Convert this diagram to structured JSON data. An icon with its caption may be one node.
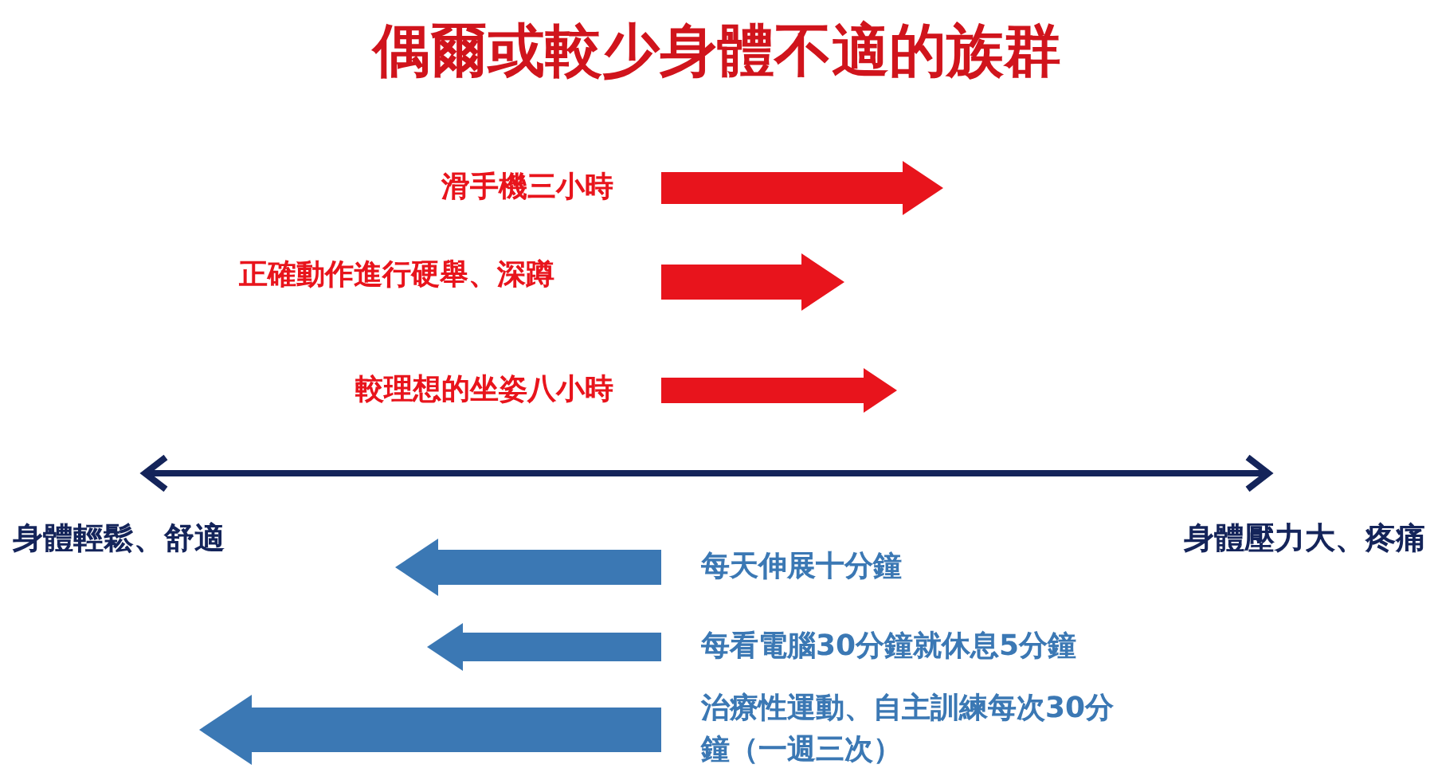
{
  "diagram": {
    "title": "偶爾或較少身體不適的族群",
    "labels": [
      "滑手機三小時",
      "正確動作進行硬舉、深蹲",
      "較理想的坐姿八小時",
      "身體輕鬆、舒適",
      "身體壓力大、疼痛",
      "每天伸展十分鐘",
      "每看電腦30分鐘就休息5分鐘",
      "治療性運動、自主訓練每次30分鐘（一週三次）"
    ]
  }
}
